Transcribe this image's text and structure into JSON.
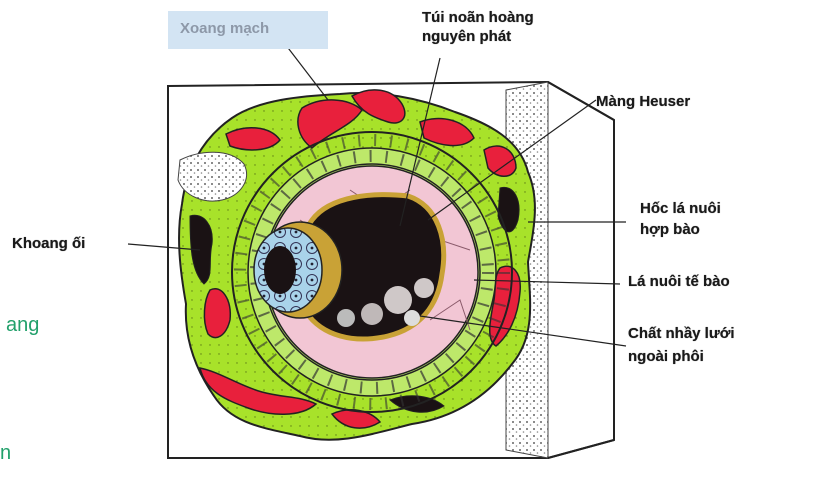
{
  "labels": {
    "xoang_mach": "Xoang mạch",
    "tui_noan": "Túi noãn hoàng",
    "tui_noan_2": "nguyên phát",
    "mang_heuser": "Màng Heuser",
    "hoc_la": "Hốc lá nuôi",
    "hoc_la_2": "hợp bào",
    "khoang_oi": "Khoang ối",
    "la_nuoi": "Lá nuôi tế bào",
    "chat_nhay": "Chất nhầy lưới",
    "chat_nhay_2": "ngoài phôi"
  },
  "side_text": {
    "a": "ang",
    "b": "n"
  },
  "colors": {
    "green": "#a8e22a",
    "red": "#e8203c",
    "pink": "#f2c6d4",
    "blue": "#a9d3ea",
    "dark": "#1a1214",
    "outline": "#222222",
    "highlight": "#d3e4f3",
    "side_text": "#22a06b"
  }
}
